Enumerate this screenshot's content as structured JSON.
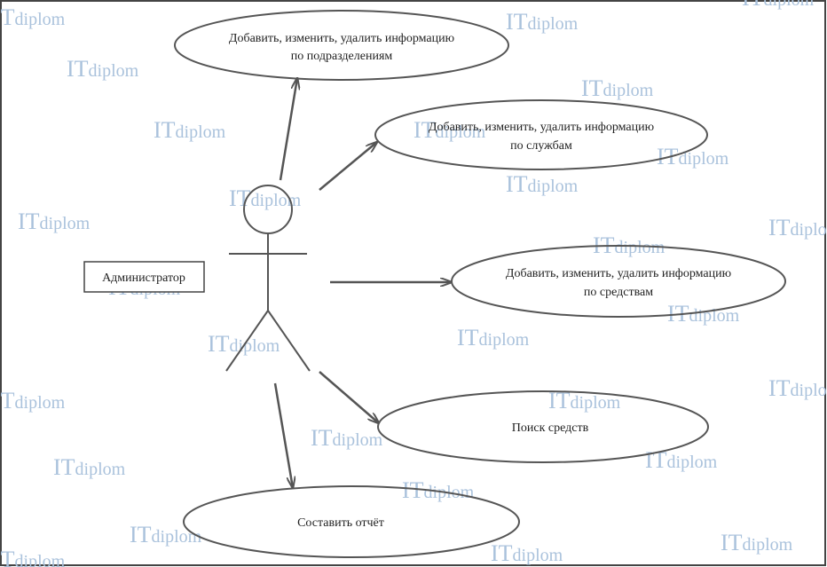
{
  "actor": {
    "label": "Администратор"
  },
  "use_cases": [
    {
      "line1": "Добавить, изменить, удалить информацию",
      "line2": "по подразделениям"
    },
    {
      "line1": "Добавить, изменить, удалить информацию",
      "line2": "по службам"
    },
    {
      "line1": "Добавить, изменить, удалить информацию",
      "line2": "по средствам"
    },
    {
      "line1": "Поиск средств",
      "line2": ""
    },
    {
      "line1": "Составить отчёт",
      "line2": ""
    }
  ],
  "watermark": {
    "part1": "IT",
    "part2": "diplom"
  },
  "colors": {
    "stroke": "#555555",
    "text": "#222222",
    "watermark": "#aac2dc",
    "frame": "#444444"
  }
}
